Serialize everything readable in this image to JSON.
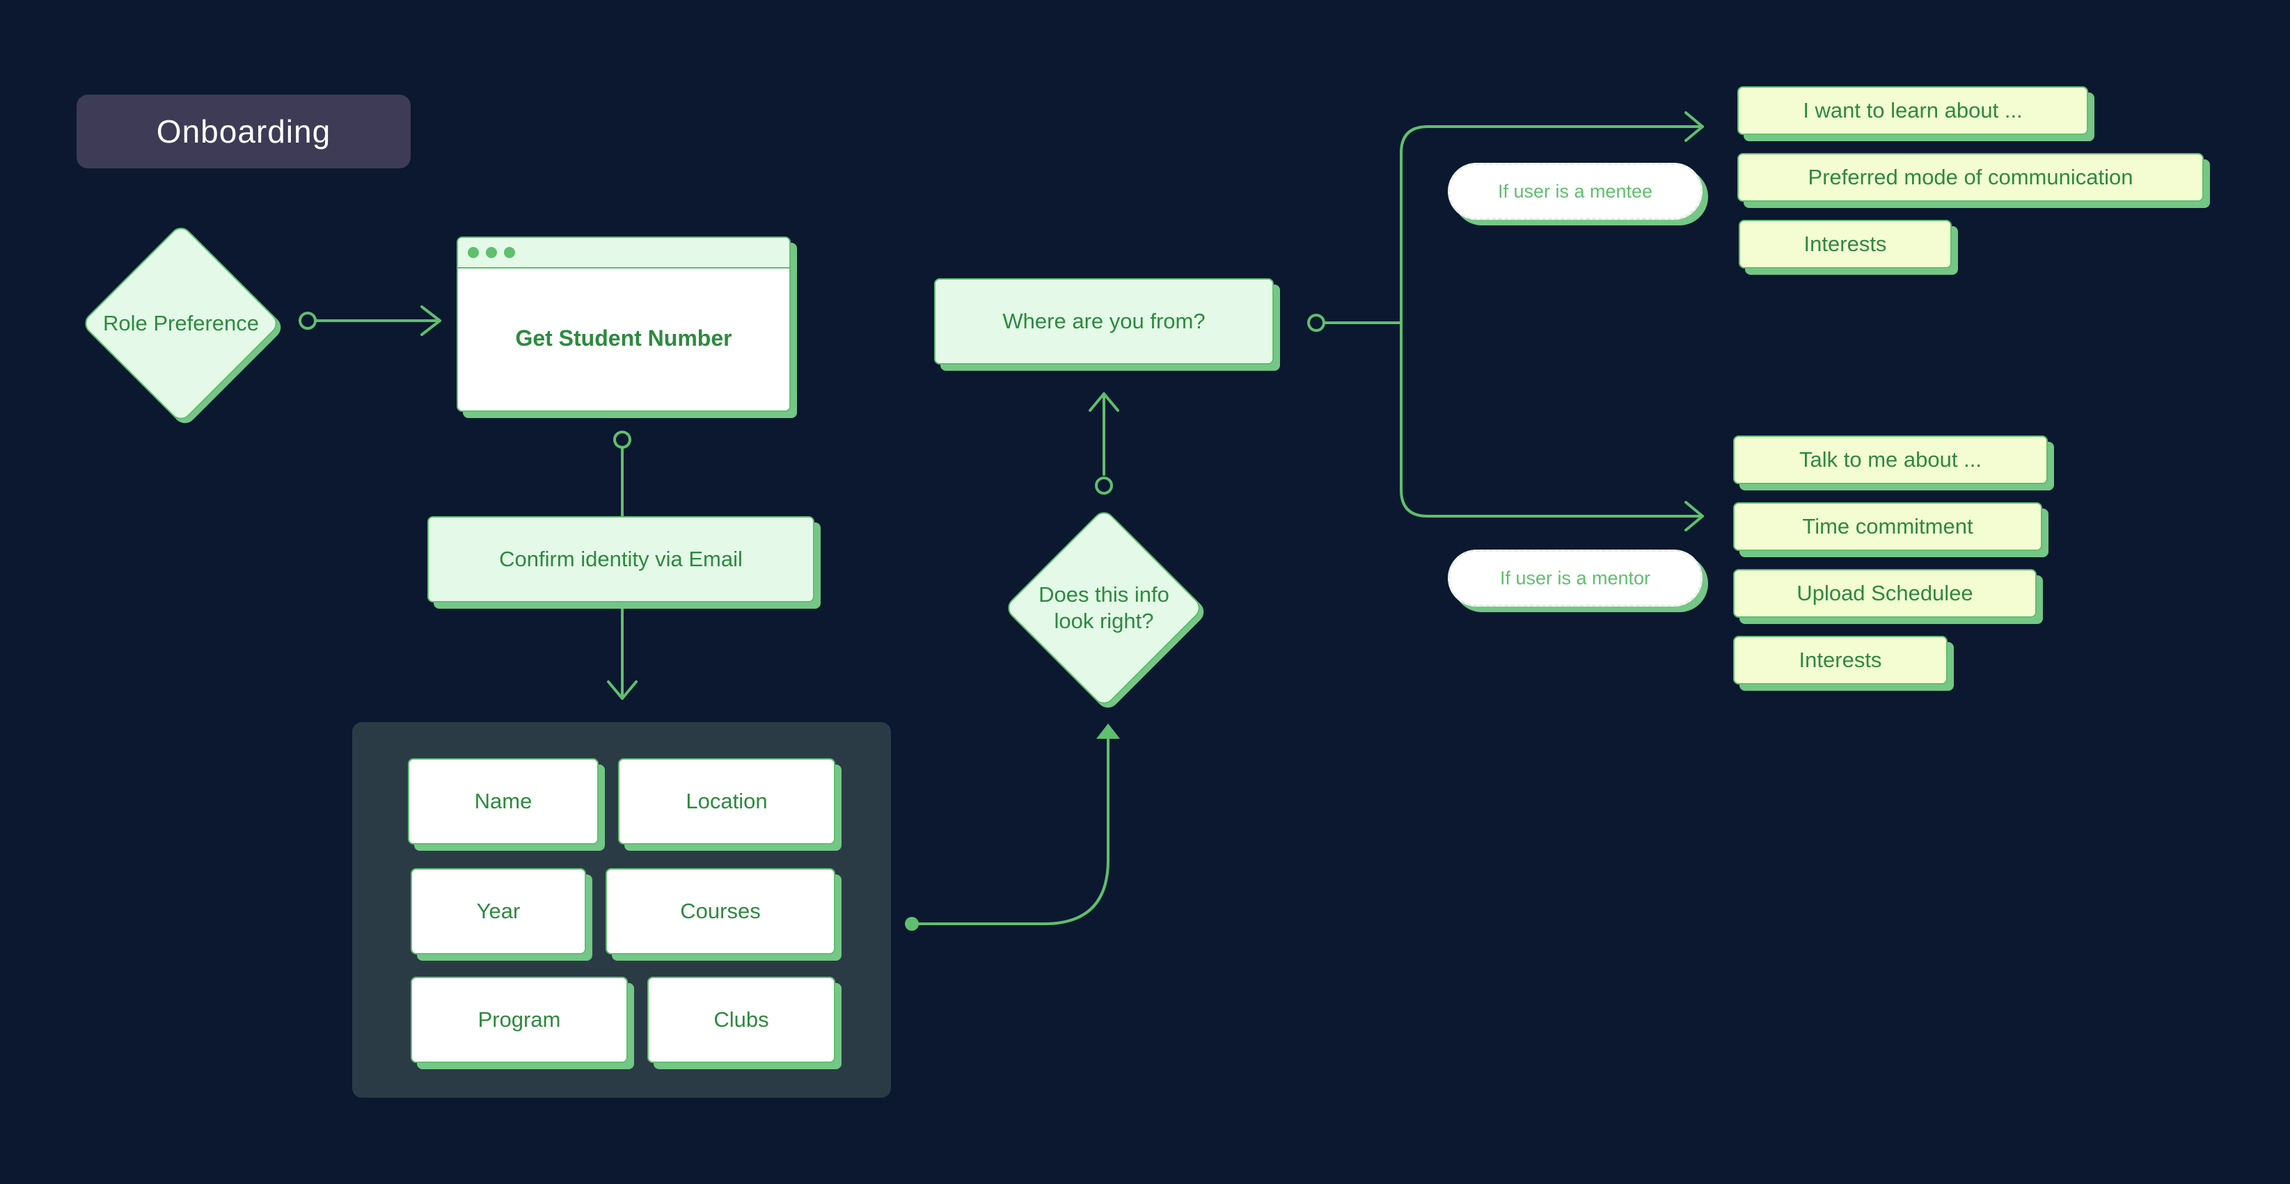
{
  "title": "Onboarding",
  "role_preference": "Role Preference",
  "student_number": {
    "label": "Get Student Number"
  },
  "confirm_email": "Confirm identity via Email",
  "profile_fields": {
    "name": "Name",
    "location": "Location",
    "year": "Year",
    "courses": "Courses",
    "program": "Program",
    "clubs": "Clubs"
  },
  "info_check": "Does this info look right?",
  "where_from": "Where are you from?",
  "mentee": {
    "condition": "If user is a mentee",
    "items": [
      "I want to learn about ...",
      "Preferred mode of communication",
      "Interests"
    ]
  },
  "mentor": {
    "condition": "If user is a mentor",
    "items": [
      "Talk to me about ...",
      "Time commitment",
      "Upload Schedulee",
      "Interests"
    ]
  },
  "colors": {
    "background": "#0b1830",
    "accent": "#5fbf6d",
    "card_fill": "#e4f9e8",
    "lime_fill": "#f4fdd2",
    "title_fill": "#3d3b56",
    "panel_fill": "#2b3b46"
  }
}
